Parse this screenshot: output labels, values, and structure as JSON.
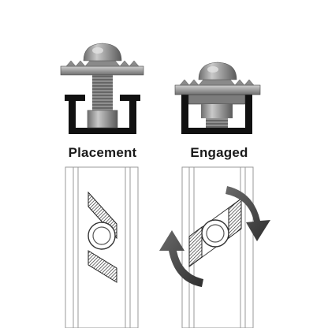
{
  "labels": {
    "placement": "Placement",
    "engaged": "Engaged"
  },
  "icons": {
    "rotate_arrows": "curved-rotate-arrows"
  },
  "colors": {
    "metal_light": "#b5b5b5",
    "metal_dark": "#5e5e5e",
    "outline": "#111111",
    "rail_line": "#9a9a9a",
    "arrow": "#4a4a4a"
  }
}
